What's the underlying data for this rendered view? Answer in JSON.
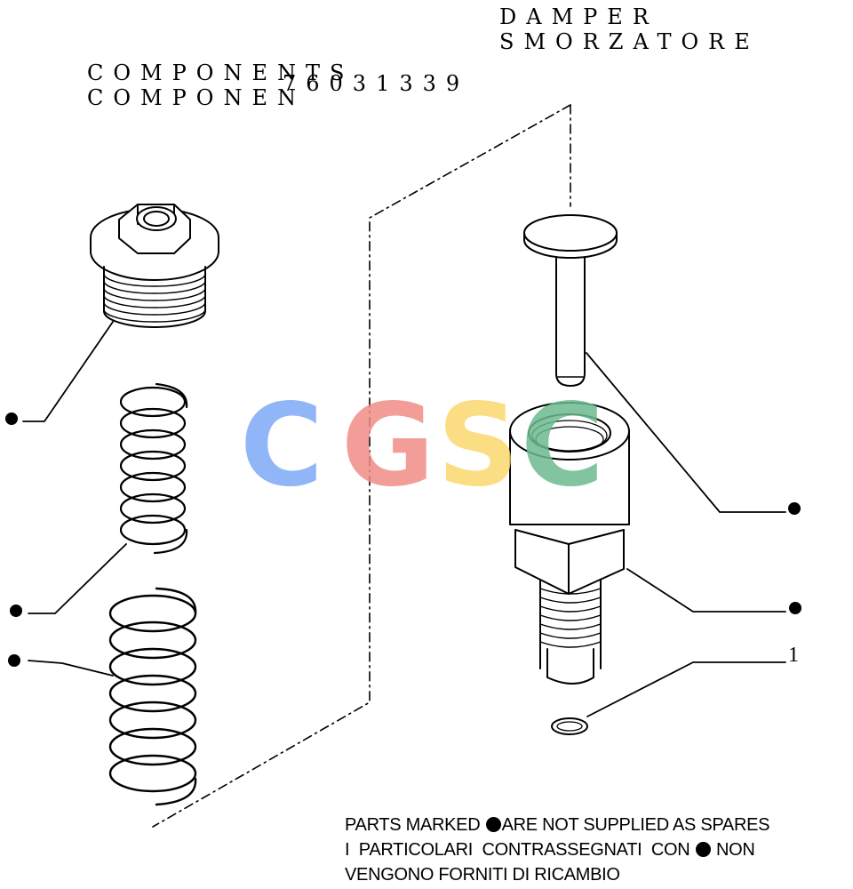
{
  "title": {
    "line1": "DAMPER",
    "line2": "SMORZATORE"
  },
  "group": {
    "line1": "COMPONENTS",
    "line2": "COMPONEN",
    "part_number": "76031339"
  },
  "callouts": {
    "ref_1": "1"
  },
  "note": {
    "line1_before": "PARTS MARKED ",
    "line1_after": "ARE NOT SUPPLIED AS SPARES",
    "line2_before": "I  PARTICOLARI  CONTRASSEGNATI  CON ",
    "line2_after": " NON",
    "line3": "VENGONO FORNITI DI RICAMBIO"
  },
  "watermark": {
    "text": "CGSC",
    "colors": {
      "C1": "#7eaaf7",
      "G": "#f08c86",
      "S": "#fbd96e",
      "C2": "#6dba8f"
    }
  },
  "icons": {
    "marker": "filled-circle-icon"
  }
}
